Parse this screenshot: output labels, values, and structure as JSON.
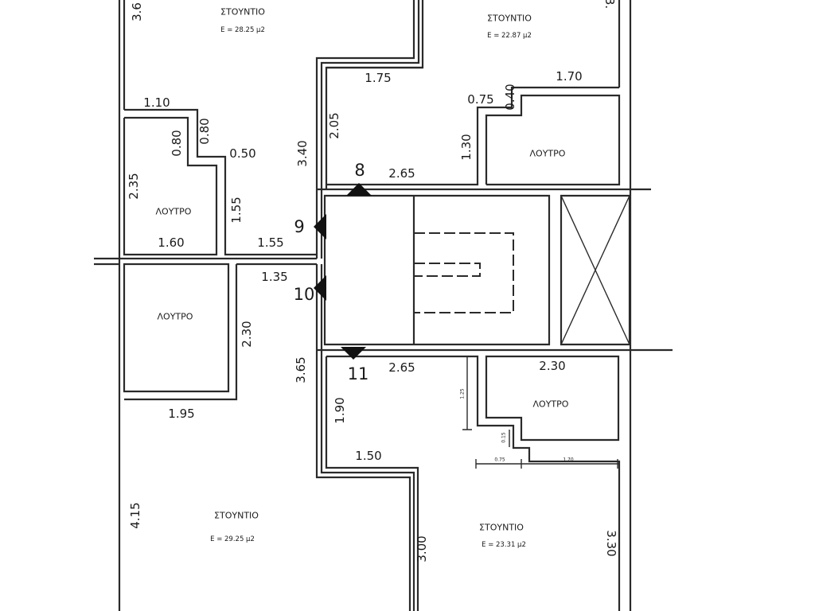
{
  "rooms": [
    {
      "name": "ΣΤΟΥΝΤΙΟ",
      "area": "E = 28.25 μ2"
    },
    {
      "name": "ΣΤΟΥΝΤΙΟ",
      "area": "E = 22.87 μ2"
    },
    {
      "name": "ΣΤΟΥΝΤΙΟ",
      "area": "E = 29.25 μ2"
    },
    {
      "name": "ΣΤΟΥΝΤΙΟ",
      "area": "E = 23.31 μ2"
    }
  ],
  "bathrooms": [
    "ΛΟΥΤΡΟ",
    "ΛΟΥΤΡΟ",
    "ΛΟΥΤΡΟ",
    "ΛΟΥΤΡΟ"
  ],
  "section_markers": [
    "8",
    "9",
    "10",
    "11"
  ],
  "dimensions": [
    "3.6",
    "3.",
    "1.75",
    "1.70",
    "0.75",
    "0.40",
    "1.10",
    "0.80",
    "0.80",
    "0.50",
    "2.05",
    "3.40",
    "1.30",
    "2.65",
    "2.35",
    "1.55",
    "1.60",
    "1.55",
    "1.35",
    "2.30",
    "3.65",
    "2.65",
    "2.30",
    "1.90",
    "1.95",
    "1.50",
    "4.15",
    "3.00",
    "3.30"
  ],
  "small_dimensions": [
    "1.25",
    "0.15",
    "0.75",
    "1.70"
  ]
}
